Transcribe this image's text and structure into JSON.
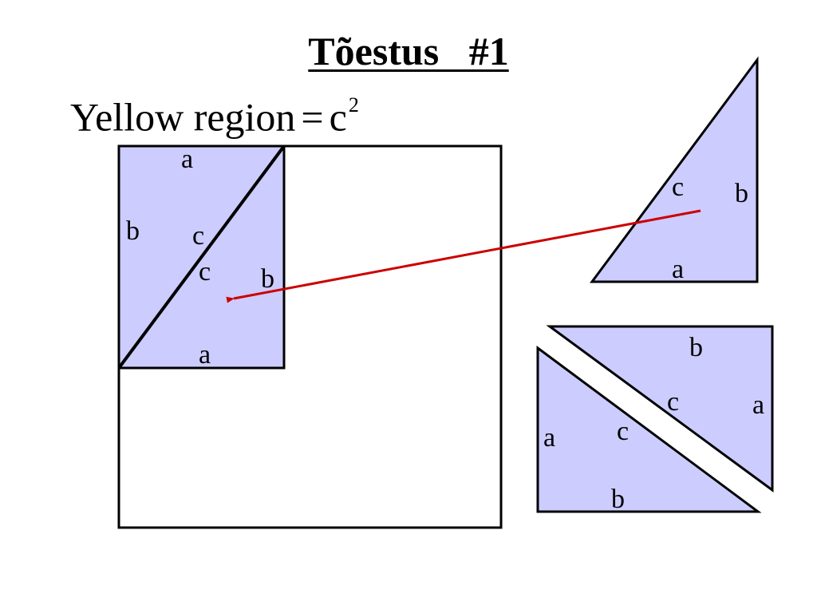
{
  "title": "Tõestus   #1",
  "formula": {
    "prefix": "Yellow region",
    "equals": "=",
    "variable": "c",
    "exponent": "2"
  },
  "colors": {
    "triangle_fill": "#ccccff",
    "outline": "#000000",
    "arrow": "#cc0000",
    "background": "#ffffff"
  },
  "labels": {
    "left_rect": {
      "top": "a",
      "left": "b",
      "hyp_upper": "c",
      "hyp_lower": "c",
      "right": "b",
      "bottom": "a"
    },
    "right_triangle": {
      "hyp": "c",
      "vertical": "b",
      "base": "a"
    },
    "lower_upper_triangle": {
      "top": "b",
      "hyp": "c",
      "right": "a"
    },
    "lower_lower_triangle": {
      "left": "a",
      "hyp": "c",
      "bottom": "b"
    }
  }
}
